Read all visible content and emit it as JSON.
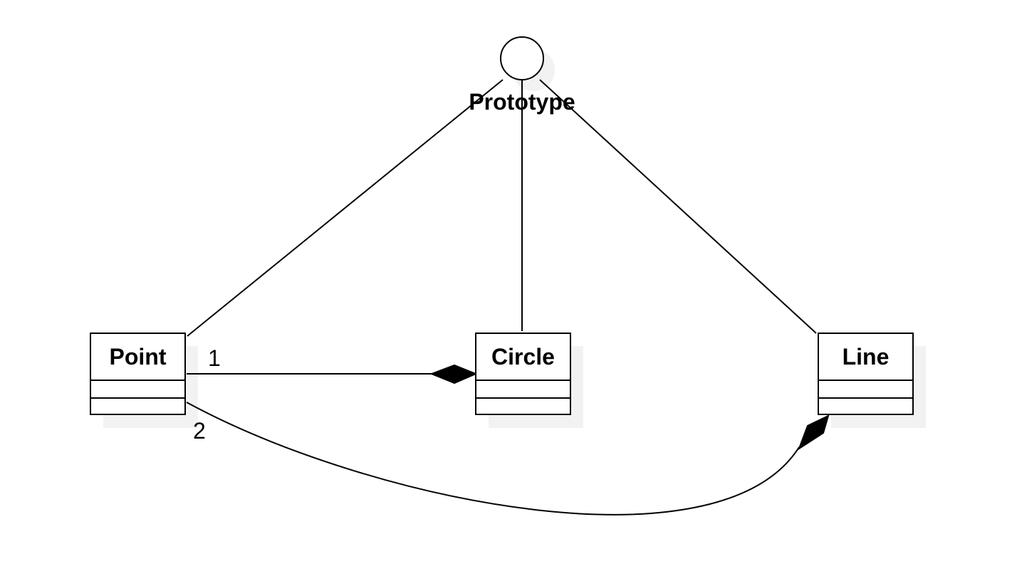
{
  "interface": {
    "name": "Prototype"
  },
  "classes": [
    {
      "name": "Point"
    },
    {
      "name": "Circle"
    },
    {
      "name": "Line"
    }
  ],
  "associations": [
    {
      "from": "Point",
      "to": "Circle",
      "multiplicity": "1",
      "kind": "composition"
    },
    {
      "from": "Point",
      "to": "Line",
      "multiplicity": "2",
      "kind": "composition"
    }
  ],
  "realizations": [
    {
      "class": "Point",
      "interface": "Prototype"
    },
    {
      "class": "Circle",
      "interface": "Prototype"
    },
    {
      "class": "Line",
      "interface": "Prototype"
    }
  ],
  "colors": {
    "stroke": "#000000",
    "shadow": "#f2f2f2",
    "fill": "#ffffff"
  }
}
